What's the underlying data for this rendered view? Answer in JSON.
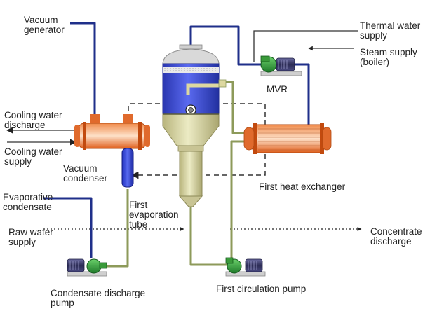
{
  "labels": {
    "vacuum_generator": "Vacuum\ngenerator",
    "thermal_water_supply": "Thermal water\nsupply",
    "steam_supply": "Steam supply\n(boiler)",
    "mvr": "MVR",
    "cooling_water_discharge": "Cooling water\ndischarge",
    "cooling_water_supply": "Cooling water\nsupply",
    "vacuum_condenser": "Vacuum\ncondenser",
    "first_heat_exchanger": "First heat exchanger",
    "evaporative_condensate": "Evaporative\ncondensate",
    "first_evaporation_tube": "First\nevaporation\ntube",
    "raw_water_supply": "Raw water\nsupply",
    "concentrate_discharge": "Concentrate\ndischarge",
    "condensate_discharge_pump": "Condensate discharge\npump",
    "first_circulation_pump": "First circulation pump"
  },
  "colors": {
    "vapor_pipe": "#1f2f8a",
    "liquid_pipe": "#8d9a5a",
    "vessel_blue": "#3344cc",
    "vessel_khaki": "#d8d4a0",
    "exchanger": "#e8662a",
    "pump_green": "#3a9a3a",
    "motor": "#3a3a66"
  }
}
